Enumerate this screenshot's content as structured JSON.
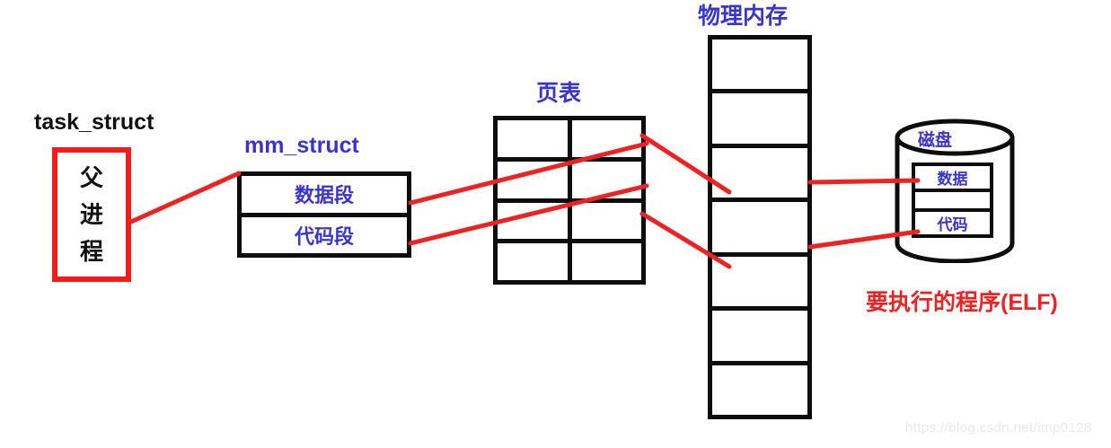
{
  "diagram": {
    "title_watermark": "https://blog.csdn.net/imp0128",
    "colors": {
      "label_blue": "#3a34cc",
      "label_black": "#111111",
      "label_red": "#ee2222",
      "box_red": "#f31b1b",
      "box_black": "#0d0d0d",
      "connector_red": "#ee2222",
      "background": "#ffffff"
    }
  },
  "task_struct": {
    "label": "task_struct",
    "box_chars": [
      "父",
      "进",
      "程"
    ],
    "box_text": "父进程"
  },
  "mm_struct": {
    "label": "mm_struct",
    "segments": [
      {
        "label": "数据段"
      },
      {
        "label": "代码段"
      }
    ]
  },
  "page_table": {
    "label": "页表",
    "rows": 4,
    "cols": 2,
    "cells": [
      [
        "",
        ""
      ],
      [
        "",
        ""
      ],
      [
        "",
        ""
      ],
      [
        "",
        ""
      ]
    ]
  },
  "physical_memory": {
    "label": "物理内存",
    "rows": 7,
    "cells": [
      "",
      "",
      "",
      "",
      "",
      "",
      ""
    ]
  },
  "disk": {
    "label": "磁盘",
    "rows": [
      {
        "label": "数据"
      },
      {
        "label": ""
      },
      {
        "label": "代码"
      }
    ]
  },
  "program_note": {
    "label": "要执行的程序(ELF)"
  }
}
